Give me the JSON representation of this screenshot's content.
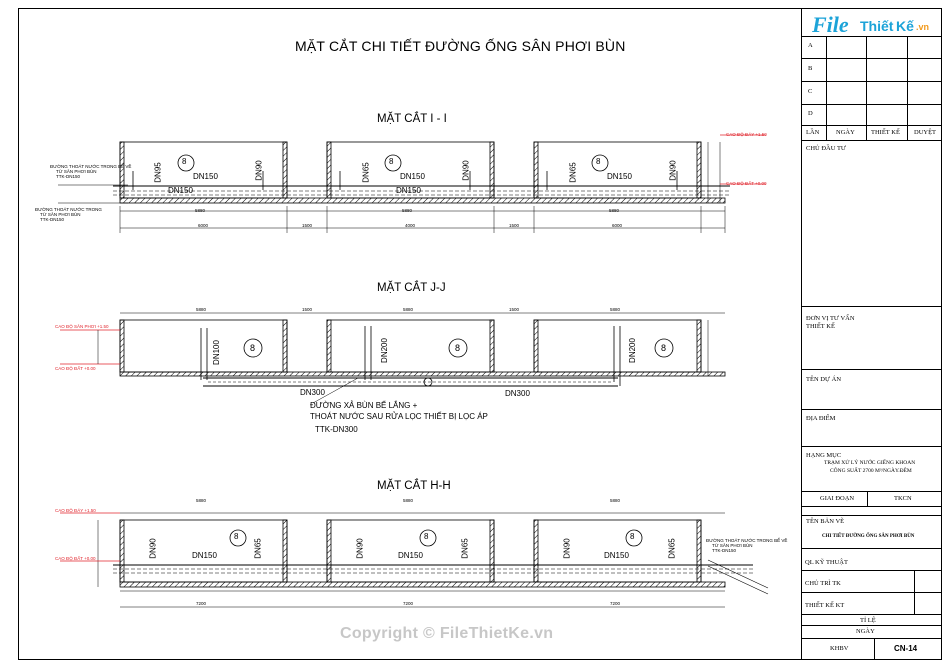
{
  "drawing": {
    "main_title": "MẶT CẮT CHI TIẾT ĐƯỜNG ỐNG SÂN PHƠI BÙN",
    "section_i": {
      "title": "MẶT CẮT I - I",
      "labels": {
        "dn95_a": "DN95",
        "dn90_a": "DN90",
        "dn150_a": "DN150",
        "dn150_b": "DN150",
        "dn65_b": "DN65",
        "dn90_b": "DN90",
        "dn150_c": "DN150",
        "dn150_d": "DN150",
        "dn65_c": "DN65",
        "dn90_c": "DN90",
        "dn150_e": "DN150",
        "left_note_1": "ĐƯỜNG THOÁT NƯỚC TRONG BỂ VỀ",
        "left_note_2": "TỪ SÂN PHƠI BÙN",
        "left_note_3": "TTK-DN150",
        "left_note_4": "ĐƯỜNG THOÁT NƯỚC TRONG",
        "left_note_5": "TỪ SÂN PHƠI BÙN",
        "left_note_6": "TTK-DN150",
        "dim_1": "6000",
        "dim_2": "1500",
        "dim_3": "4000",
        "dim_4": "1500",
        "dim_5": "6000",
        "dim_6": "5880",
        "dim_7": "5880",
        "dim_8": "5880",
        "elev_top": "CAO ĐỘ ĐÁY +1.50",
        "elev_bot": "CAO ĐỘ ĐẤT +0.00"
      }
    },
    "section_j": {
      "title": "MẶT CẮT J-J",
      "labels": {
        "dn100": "DN100",
        "dn200_a": "DN200",
        "dn200_b": "DN200",
        "dn300_a": "DN300",
        "dn300_b": "DN300",
        "note_1": "ĐƯỜNG XẢ BÙN BỂ LẮNG +",
        "note_2": "THOÁT NƯỚC SAU RỬA LỌC THIẾT BỊ LỌC ÁP",
        "note_3": "TTK-DN300",
        "dim_1": "5880",
        "dim_2": "1500",
        "dim_3": "5880",
        "dim_4": "1500",
        "dim_5": "5880",
        "elev_top": "CAO ĐỘ SÂN PHƠI +1.50",
        "elev_bot": "CAO ĐỘ ĐẤT +0.00"
      }
    },
    "section_h": {
      "title": "MẶT CẮT H-H",
      "labels": {
        "dn150_a": "DN150",
        "dn65_a": "DN65",
        "dn90_a": "DN90",
        "dn150_b": "DN150",
        "dn65_b": "DN65",
        "dn90_b": "DN90",
        "dn150_c": "DN150",
        "dn65_c": "DN65",
        "dn90_c": "DN90",
        "right_note_1": "ĐƯỜNG THOÁT NƯỚC TRONG BỂ VỀ",
        "right_note_2": "TỪ SÂN PHƠI BÙN",
        "right_note_3": "TTK-DN150",
        "dim_1": "5880",
        "dim_2": "5880",
        "dim_3": "5880",
        "dim_4": "7200",
        "dim_5": "7200",
        "dim_6": "7200",
        "elev_top": "CAO ĐỘ ĐÁY +1.50",
        "elev_bot": "CAO ĐỘ ĐẤT +0.00"
      }
    },
    "marker": "8"
  },
  "title_block": {
    "logo_file": "File",
    "logo_thiet": "Thiết ",
    "logo_ke": "Kế",
    "logo_vn": ".vn",
    "rev_a": "A",
    "rev_b": "B",
    "rev_c": "C",
    "rev_d": "D",
    "col_lan": "LẦN",
    "col_ngay": "NGÀY",
    "col_thiet_ke": "THIẾT KẾ",
    "col_duyet": "DUYỆT",
    "chu_dau_tu": "CHỦ ĐẦU TƯ",
    "don_vi_1": "ĐƠN VỊ TƯ VẤN",
    "don_vi_2": "THIẾT KẾ",
    "ten_du_an": "TÊN DỰ ÁN",
    "dia_diem": "ĐỊA ĐIỂM",
    "hang_muc": "HẠNG MỤC",
    "hang_muc_val_1": "TRẠM XỬ LÝ NƯỚC GIẾNG KHOAN",
    "hang_muc_val_2": "CÔNG SUẤT 2700 M³/NGÀY.ĐÊM",
    "giai_doan": "GIAI ĐOẠN",
    "giai_doan_val": "TKCN",
    "ten_ban_ve": "TÊN BẢN VẼ",
    "ten_ban_ve_val": "CHI TIẾT ĐƯỜNG ỐNG SÂN PHƠI BÙN",
    "ql_ky_thuat": "QL KỸ THUẬT",
    "chu_tri_tk": "CHỦ TRÌ TK",
    "thiet_ke_kt": "THIẾT KẾ KT",
    "ti_le": "TỈ LỆ",
    "ngay": "NGÀY",
    "khbv": "KHBV",
    "so_ban_ve": "CN-14"
  },
  "watermark": "Copyright © FileThietKe.vn"
}
